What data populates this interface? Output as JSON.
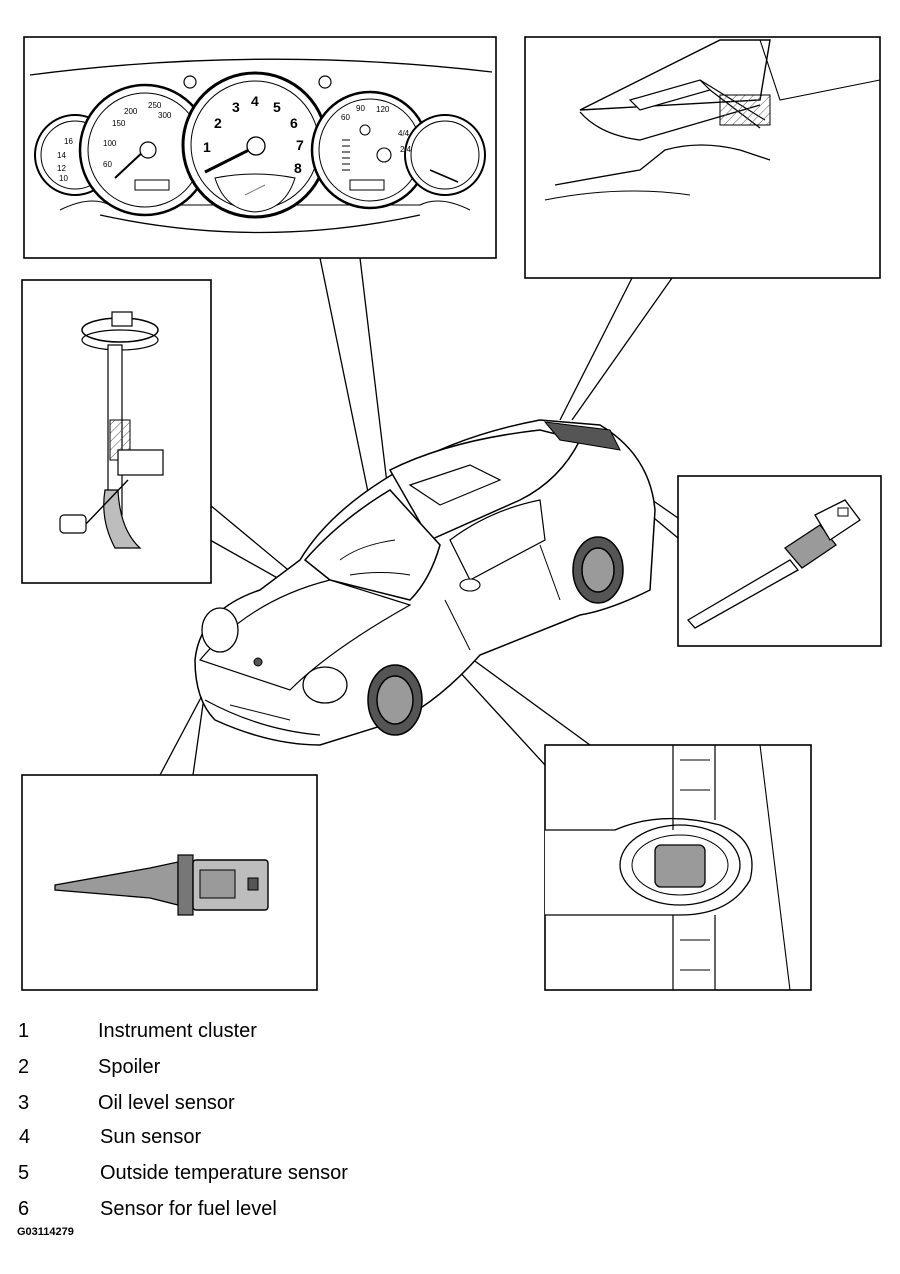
{
  "legend": {
    "items": [
      {
        "number": "1",
        "label": "Instrument cluster"
      },
      {
        "number": "2",
        "label": "Spoiler"
      },
      {
        "number": "3",
        "label": "Oil level sensor"
      },
      {
        "number": "4",
        "label": "Sun sensor"
      },
      {
        "number": "5",
        "label": "Outside temperature sensor"
      },
      {
        "number": "6",
        "label": "Sensor for fuel level"
      }
    ]
  },
  "figure_id": "G03114279",
  "gauges": {
    "speedo_ticks": [
      "60",
      "100",
      "150",
      "200",
      "250",
      "300"
    ],
    "tacho_ticks": [
      "1",
      "2",
      "3",
      "4",
      "5",
      "6",
      "7",
      "8"
    ],
    "temp_ticks": [
      "60",
      "90",
      "120"
    ],
    "left_ticks": [
      "16",
      "14",
      "12",
      "10"
    ],
    "right_ticks": [
      "4/4",
      "2/4"
    ]
  },
  "colors": {
    "line": "#000000",
    "background": "#ffffff",
    "shade": "#bdbdbd"
  }
}
